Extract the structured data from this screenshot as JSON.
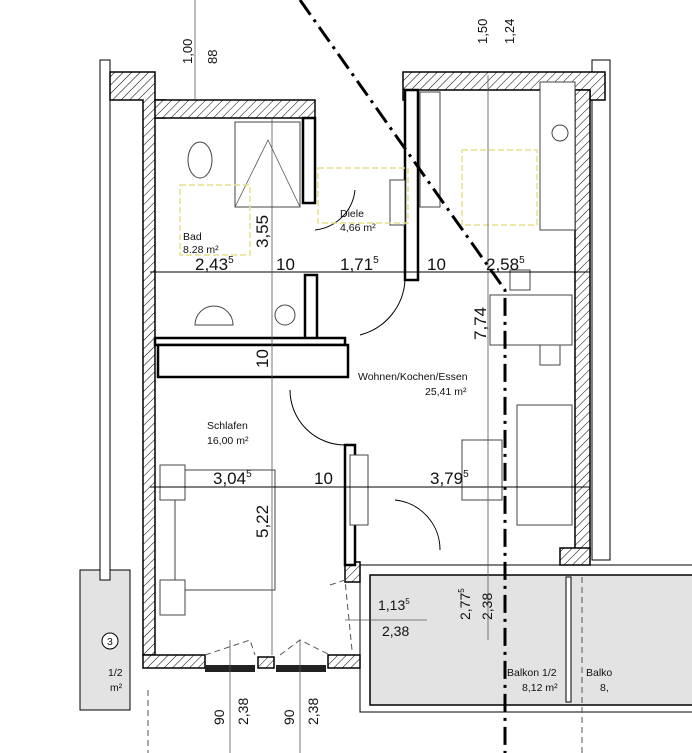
{
  "rooms": {
    "bad": {
      "name": "Bad",
      "area": "8.28 m²"
    },
    "diele": {
      "name": "Diele",
      "area": "4,66 m²"
    },
    "wohnen": {
      "name": "Wohnen/Kochen/Essen",
      "area": "25,41 m²"
    },
    "schlafen": {
      "name": "Schlafen",
      "area": "16,00 m²"
    },
    "balkon": {
      "name": "Balkon 1/2",
      "area": "8,12 m²"
    },
    "balkon_right_partial": {
      "name": "Balko",
      "area": "8,"
    },
    "left_partial": {
      "number": "3",
      "name": "1/2",
      "area": "m²"
    }
  },
  "dimensions": {
    "top_left_a": "1,00",
    "top_left_b": "88",
    "top_right_a": "1,50",
    "top_right_b": "1,24",
    "bad_height": "3,55",
    "row1": [
      {
        "main": "2,43",
        "sup": "5"
      },
      {
        "main": "10",
        "sup": ""
      },
      {
        "main": "1,71",
        "sup": "5"
      },
      {
        "main": "10",
        "sup": ""
      },
      {
        "main": "2,58",
        "sup": "5"
      }
    ],
    "wohnen_depth": "7,74",
    "wall_10": "10",
    "row2": [
      {
        "main": "3,04",
        "sup": "5"
      },
      {
        "main": "10",
        "sup": ""
      },
      {
        "main": "3,79",
        "sup": "5"
      }
    ],
    "schlafen_depth": "5,22",
    "door_width": {
      "main": "1,13",
      "sup": "5"
    },
    "door_height": "2,38",
    "balcony_door_width": {
      "main": "2,77",
      "sup": "5"
    },
    "balcony_door_height": "2,38",
    "window1_width": "90",
    "window1_height": "2,38",
    "window2_width": "90",
    "window2_height": "2,38"
  },
  "colors": {
    "balcony_fill": "#e3e3e3",
    "furniture_zone": "#e6e08a",
    "wall": "#000000"
  }
}
